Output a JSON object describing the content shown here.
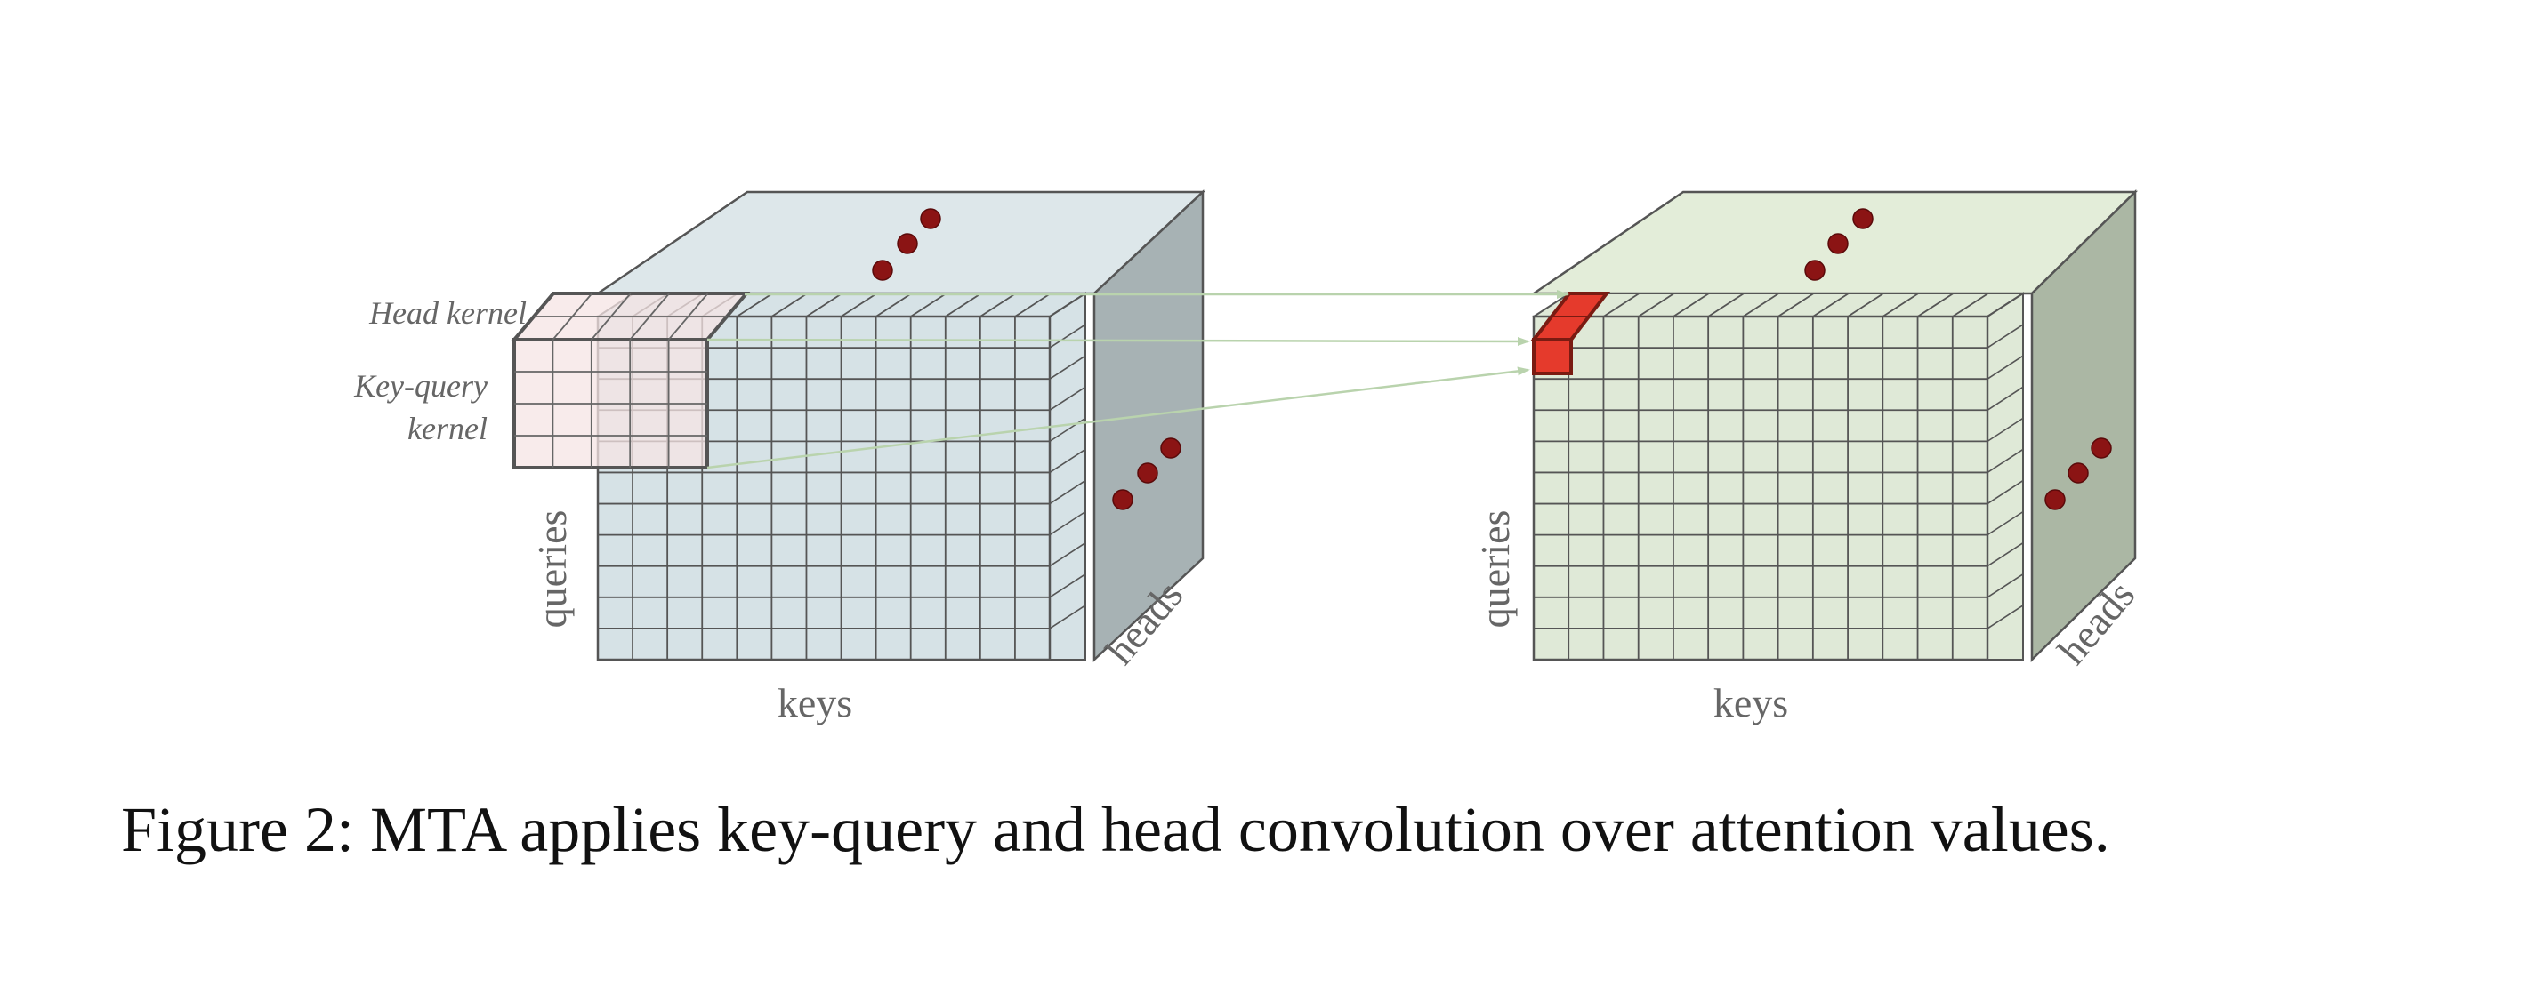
{
  "cubes": {
    "left": {
      "queries_label": "queries",
      "keys_label": "keys",
      "heads_label": "heads",
      "front_color": "#d6e2e6",
      "top_color": "#dde7ea",
      "side_color": "#a7b2b4",
      "icon": "ellipsis-dots"
    },
    "right": {
      "queries_label": "queries",
      "keys_label": "keys",
      "heads_label": "heads",
      "front_color": "#dfe9d7",
      "top_color": "#e3edd9",
      "side_color": "#abb7a4",
      "highlight_color": "#e53a2c",
      "icon": "ellipsis-dots"
    }
  },
  "kernels": {
    "head_kernel_label": "Head kernel",
    "key_query_kernel_line1": "Key-query",
    "key_query_kernel_line2": "kernel",
    "color": "#f6e4e4"
  },
  "dot_color": "#8b1414",
  "grid_line_color": "#555555",
  "arrow_color": "#b9d3ad",
  "caption": "Figure 2: MTA applies key-query and head convolution over attention values."
}
